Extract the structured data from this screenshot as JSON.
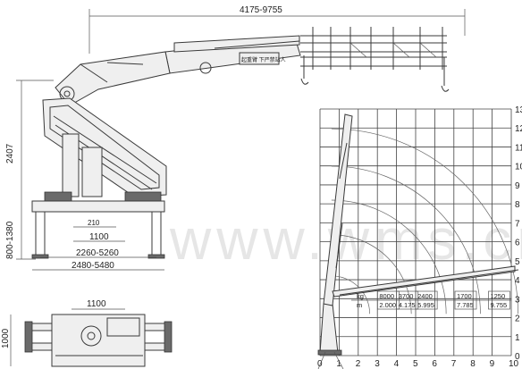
{
  "watermark": "www.wms.cn",
  "dimensions": {
    "top_reach": "4175-9755",
    "height": "2407",
    "leg_height": "800-1380",
    "offset_small": "210",
    "base_width": "1100",
    "spread_inner": "2260-5260",
    "spread_outer": "2480-5480",
    "plan_width": "1100",
    "plan_height": "1000"
  },
  "boom_label": "起重臂 下严禁站人",
  "chart": {
    "x_ticks": [
      "0",
      "1",
      "2",
      "3",
      "4",
      "5",
      "6",
      "7",
      "8",
      "9",
      "10"
    ],
    "y_ticks": [
      "0",
      "1",
      "2",
      "3",
      "4",
      "5",
      "6",
      "7",
      "8",
      "9",
      "10",
      "11",
      "12",
      "13"
    ],
    "load_table": {
      "header_kg": "kg",
      "header_m": "m",
      "kg": [
        "8000",
        "3700",
        "2400",
        "1700",
        "1250"
      ],
      "m": [
        "2.000",
        "4.175",
        "5.995",
        "7.785",
        "9.755"
      ]
    }
  },
  "chart_data": {
    "type": "table",
    "x_ticks": [
      0,
      1,
      2,
      3,
      4,
      5,
      6,
      7,
      8,
      9,
      10
    ],
    "y_ticks": [
      0,
      1,
      2,
      3,
      4,
      5,
      6,
      7,
      8,
      9,
      10,
      11,
      12,
      13
    ],
    "columns": [
      "kg",
      "m"
    ],
    "rows": [
      [
        8000,
        2.0
      ],
      [
        3700,
        4.175
      ],
      [
        2400,
        5.995
      ],
      [
        1700,
        7.785
      ],
      [
        1250,
        9.755
      ]
    ],
    "grid": true
  }
}
